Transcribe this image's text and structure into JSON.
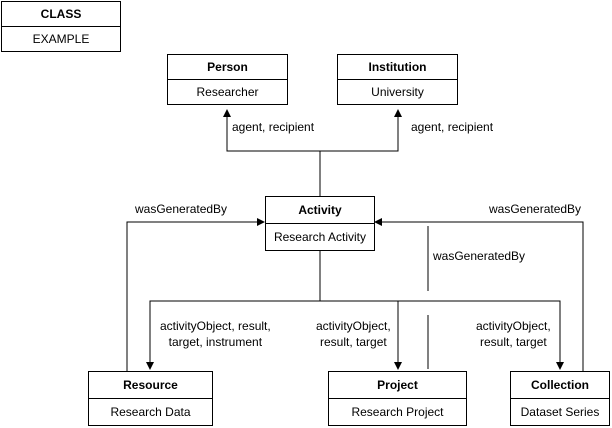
{
  "legend": {
    "class_label": "CLASS",
    "example_label": "EXAMPLE"
  },
  "nodes": {
    "person": {
      "class": "Person",
      "example": "Researcher"
    },
    "institution": {
      "class": "Institution",
      "example": "University"
    },
    "activity": {
      "class": "Activity",
      "example": "Research Activity"
    },
    "resource": {
      "class": "Resource",
      "example": "Research Data"
    },
    "project": {
      "class": "Project",
      "example": "Research Project"
    },
    "collection": {
      "class": "Collection",
      "example": "Dataset Series"
    }
  },
  "edges": {
    "person_label": "agent, recipient",
    "institution_label": "agent, recipient",
    "resource_generated": "wasGeneratedBy",
    "project_generated": "wasGeneratedBy",
    "collection_generated": "wasGeneratedBy",
    "resource_object_1": "activityObject, result,",
    "resource_object_2": "target, instrument",
    "project_object_1": "activityObject,",
    "project_object_2": "result, target",
    "collection_object_1": "activityObject,",
    "collection_object_2": "result, target"
  }
}
